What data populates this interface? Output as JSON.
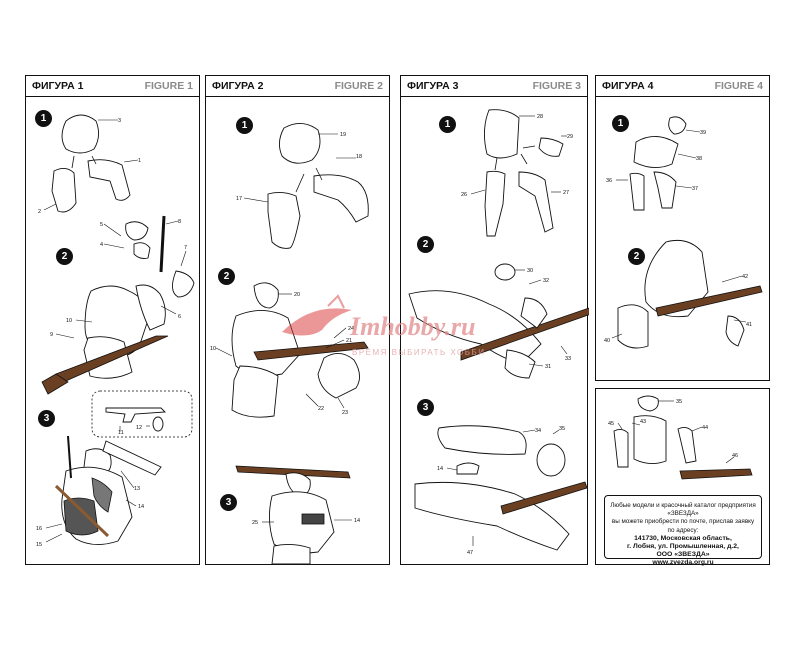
{
  "panels": [
    {
      "title_ru": "ФИГУРА 1",
      "title_en": "FIGURE 1",
      "steps": [
        "1",
        "2",
        "3"
      ]
    },
    {
      "title_ru": "ФИГУРА 2",
      "title_en": "FIGURE 2",
      "steps": [
        "1",
        "2",
        "3"
      ]
    },
    {
      "title_ru": "ФИГУРА 3",
      "title_en": "FIGURE 3",
      "steps": [
        "1",
        "2",
        "3"
      ]
    },
    {
      "title_ru": "ФИГУРА 4",
      "title_en": "FIGURE 4",
      "steps": [
        "1",
        "2"
      ]
    }
  ],
  "part_numbers": {
    "fig1": [
      "3",
      "1",
      "2",
      "5",
      "4",
      "8",
      "7",
      "6",
      "10",
      "9",
      "11",
      "12",
      "13",
      "14",
      "16",
      "15"
    ],
    "fig2": [
      "19",
      "18",
      "17",
      "20",
      "10",
      "24",
      "21",
      "22",
      "23",
      "25",
      "14"
    ],
    "fig3": [
      "28",
      "29",
      "26",
      "27",
      "30",
      "32",
      "33",
      "31",
      "34",
      "35",
      "14",
      "47"
    ],
    "fig4": [
      "39",
      "38",
      "36",
      "37",
      "42",
      "41",
      "40",
      "35",
      "43",
      "45",
      "44",
      "46"
    ]
  },
  "watermark": {
    "brand": "Imhobby.ru",
    "tagline": "ВРЕМЯ ВЫБИРАТЬ ХОББИ"
  },
  "catalog_box": {
    "line1": "Любые модели и красочный каталог предприятия «ЗВЕЗДА»",
    "line2": "вы можете приобрести по почте, прислав заявку по адресу:",
    "line3": "141730, Московская область,",
    "line4": "г. Лобня, ул. Промышленная, д.2,",
    "line5": "ООО «ЗВЕЗДА»",
    "line6": "www.zvezda.org.ru"
  }
}
